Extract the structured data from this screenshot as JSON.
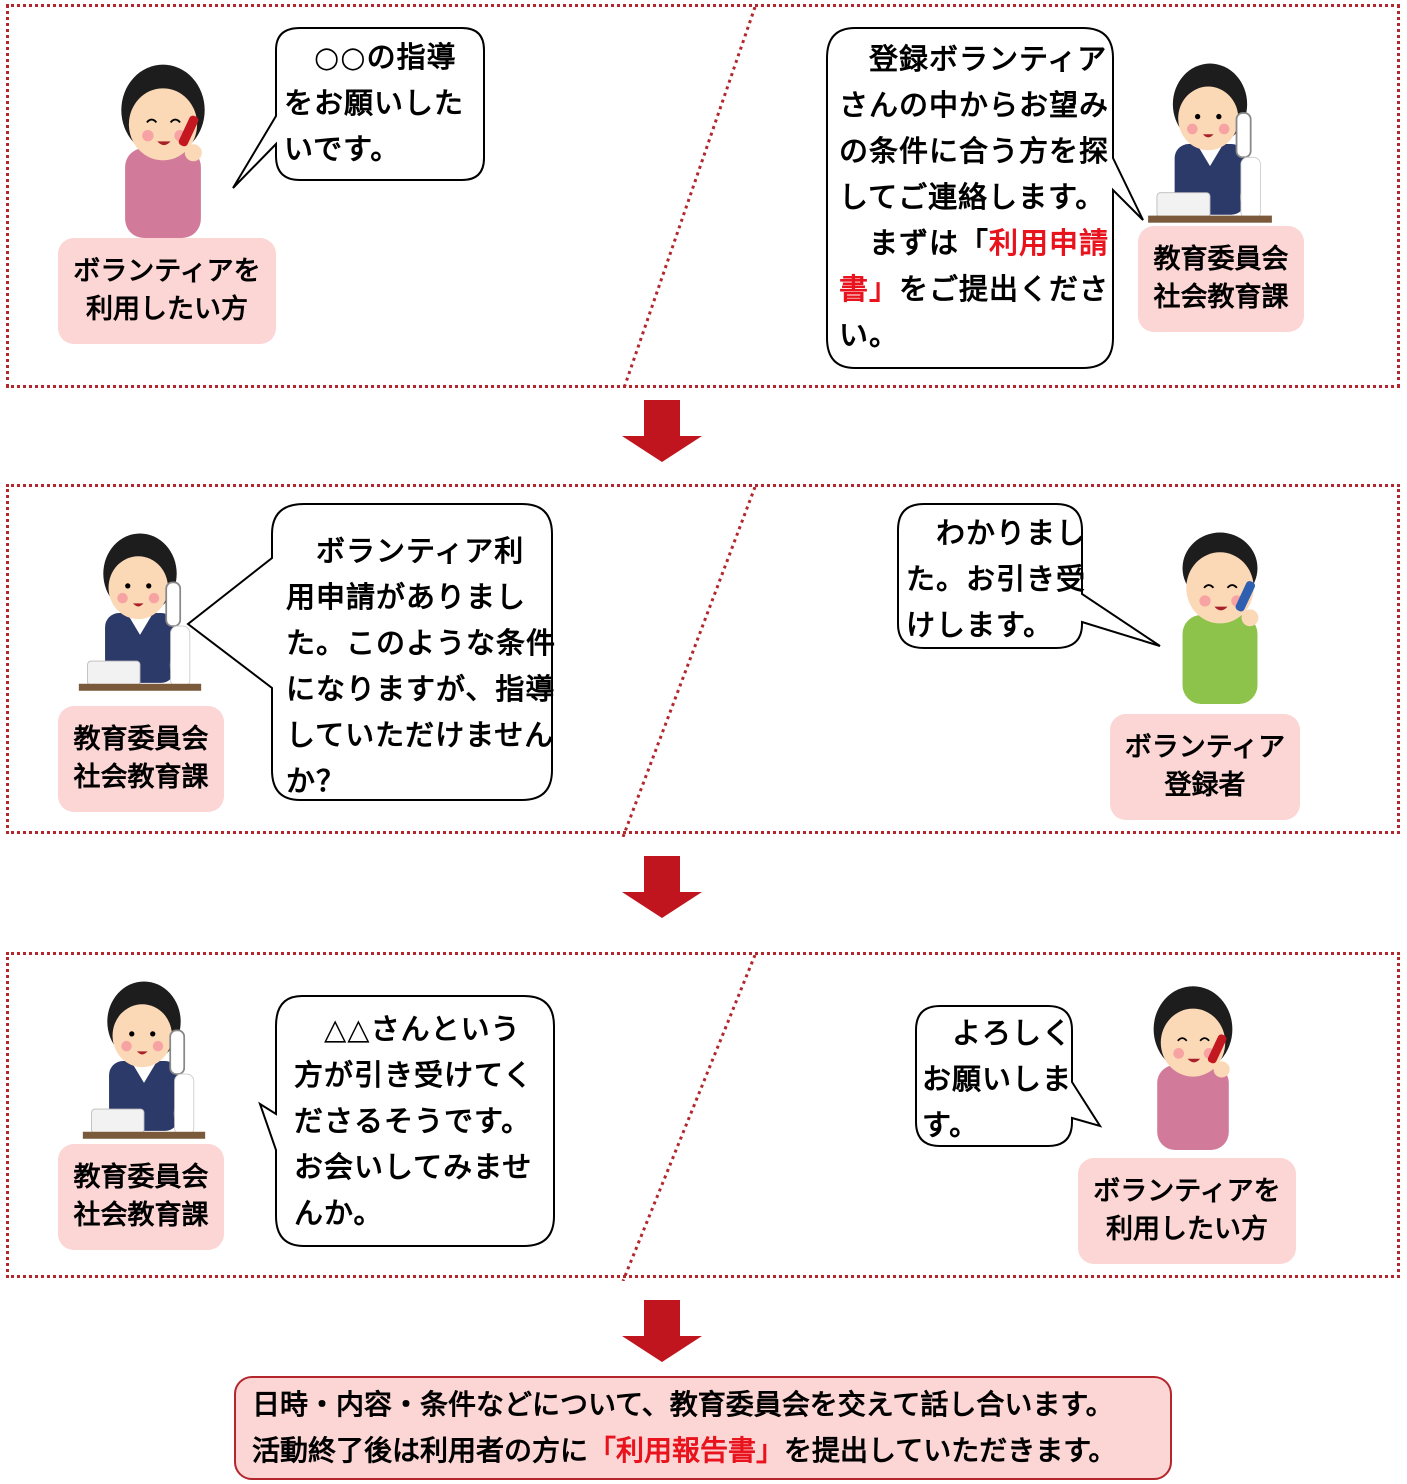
{
  "colors": {
    "panel_border": "#b3262c",
    "label_bg": "#fcd5d5",
    "arrow": "#c0151f",
    "highlight": "#e8131d"
  },
  "icons": {
    "arrow": "down-arrow-icon",
    "woman_pink": "woman-phone-pink-icon",
    "staff": "staff-desk-phone-icon",
    "volunteer": "man-green-phone-icon"
  },
  "panel1": {
    "left_label": "ボランティアを\n利用したい方",
    "left_speech": "　○○の指導\nをお願いした\nいです。",
    "right_speech_part1": "　登録ボランティア\nさんの中からお望み\nの条件に合う方を探\nしてご連絡します。\n　まずは「",
    "right_speech_highlight": "利用申請\n書」",
    "right_speech_part2": "をご提出くださ\nい。",
    "right_label": "教育委員会\n社会教育課"
  },
  "panel2": {
    "left_label": "教育委員会\n社会教育課",
    "left_speech": "　ボランティア利\n用申請がありまし\nた。このような条件\nになりますが、指導\nしていただけません\nか？",
    "right_speech": "　わかりまし\nた。お引き受\nけします。",
    "right_label": "ボランティア\n登録者"
  },
  "panel3": {
    "left_label": "教育委員会\n社会教育課",
    "left_speech": "　△△さんという\n方が引き受けてく\nださるそうです。\nお会いしてみませ\nんか。",
    "right_speech": "　よろしく\nお願いしま\nす。",
    "right_label": "ボランティアを\n利用したい方"
  },
  "final": {
    "line1": "日時・内容・条件などについて、教育委員会を交えて話し合います。",
    "line2_part1": "活動終了後は利用者の方に",
    "line2_highlight": "「利用報告書」",
    "line2_part2": "を提出していただきます。"
  }
}
